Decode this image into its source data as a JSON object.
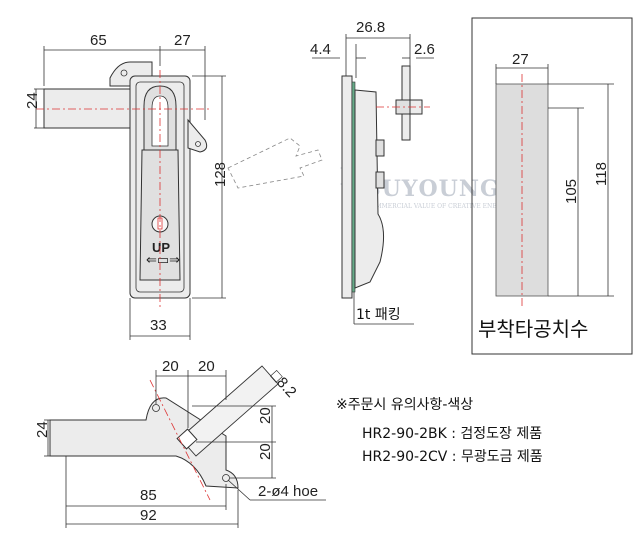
{
  "front_view": {
    "dim_width_left": "65",
    "dim_width_right": "27",
    "dim_handle_height": "24",
    "dim_total_height": "128",
    "dim_body_width": "33",
    "button_text": "UP"
  },
  "side_view": {
    "dim_depth": "26.8",
    "dim_left": "4.4",
    "dim_right": "2.6",
    "gasket_label": "1t 패킹"
  },
  "cutout": {
    "dim_width": "27",
    "dim_inner_height": "105",
    "dim_outer_height": "118",
    "caption": "부착타공치수"
  },
  "bottom_view": {
    "dim_top_left": "20",
    "dim_top_right": "20",
    "dim_square": "□8.2",
    "dim_height": "24",
    "dim_right_upper": "20",
    "dim_right_lower": "20",
    "dim_inner_width": "85",
    "dim_total_width": "92",
    "hole_label": "2-ø4 hoe"
  },
  "notes": {
    "heading": "※주문시 유의사항-색상",
    "line1": "HR2-90-2BK : 검정도장 제품",
    "line2": "HR2-90-2CV : 무광도금 제품"
  },
  "watermark": {
    "brand": "BUYOUNG",
    "tagline": "COMMERCIAL VALUE OF CREATIVE ENERGY"
  }
}
